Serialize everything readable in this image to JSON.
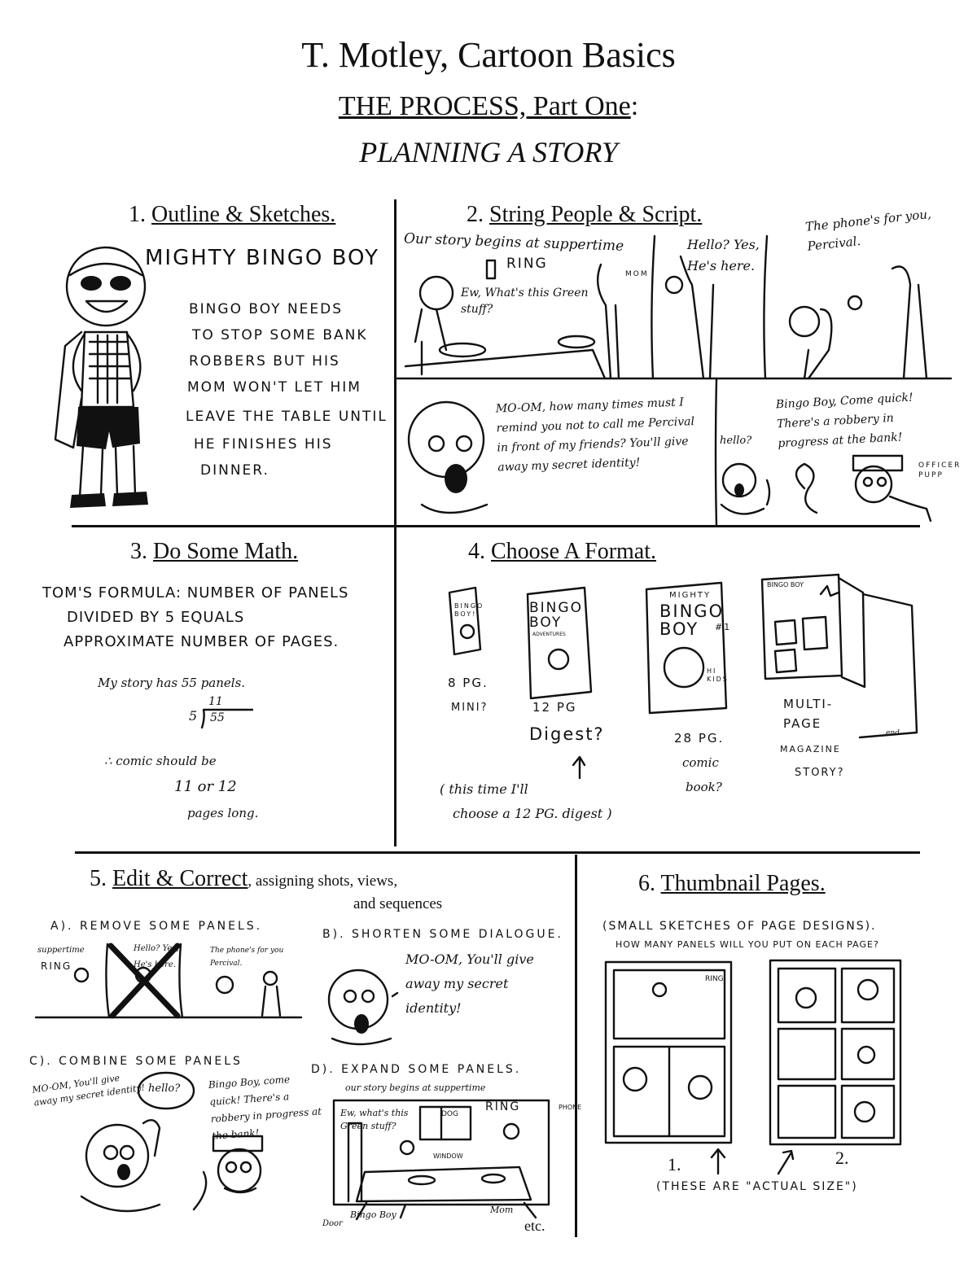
{
  "header": {
    "title": "T. Motley, Cartoon Basics",
    "subtitle_underlined": "THE PROCESS, Part One",
    "subtitle_suffix": ":",
    "subtitle2": "PLANNING A STORY"
  },
  "sections": {
    "s1": {
      "num": "1.",
      "title": "Outline & Sketches.",
      "hero_name": "MIGHTY BINGO BOY",
      "outline_lines": [
        "BINGO BOY NEEDS",
        "TO STOP SOME BANK",
        "ROBBERS BUT HIS",
        "MOM WON'T LET HIM",
        "LEAVE THE TABLE UNTIL",
        "HE FINISHES HIS",
        "DINNER."
      ]
    },
    "s2": {
      "num": "2.",
      "title": "String People & Script.",
      "p1_caption": "Our story begins at suppertime",
      "p1_ring": "RING",
      "p1_mom": "MOM",
      "p1_boy": "Ew, What's this Green stuff?",
      "p2_text": "Hello? Yes, He's here.",
      "p3_text": "The phone's for you, Percival.",
      "p4_text": "MO-OM, how many times must I remind you not to call me Percival in front of my friends? You'll give away my secret identity!",
      "p5_hello": "hello?",
      "p5_text": "Bingo Boy, Come quick! There's a robbery in progress at the bank!",
      "p5_officer": "OFFICER PUPP"
    },
    "s3": {
      "num": "3.",
      "title": "Do Some Math.",
      "formula_lines": [
        "TOM'S FORMULA: NUMBER OF PANELS",
        "DIVIDED BY 5 EQUALS",
        "APPROXIMATE NUMBER OF PAGES."
      ],
      "story_has": "My story has 55 panels.",
      "div_divisor": "5",
      "div_quotient": "11",
      "div_dividend": "55",
      "therefore": "∴ comic should be",
      "pages": "11 or 12",
      "pages_long": "pages long."
    },
    "s4": {
      "num": "4.",
      "title": "Choose A Format.",
      "mini_cover": "BINGO BOY!",
      "digest_cover": "BINGO BOY",
      "digest_sub": "ADVENTURES",
      "comic_mighty": "MIGHTY",
      "comic_cover": "BINGO BOY",
      "comic_num": "#1",
      "comic_hi": "HI KIDS",
      "mag_cover": "BINGO BOY",
      "mag_end": "end",
      "f1_a": "8 PG.",
      "f1_b": "MINI?",
      "f2_a": "12 PG",
      "f2_b": "Digest?",
      "f3_a": "28 PG.",
      "f3_b": "comic",
      "f3_c": "book?",
      "f4_a": "MULTI-",
      "f4_b": "PAGE",
      "f4_c": "MAGAZINE",
      "f4_d": "STORY?",
      "choice_a": "( this time I'll",
      "choice_b": "choose a 12 PG. digest )"
    },
    "s5": {
      "num": "5.",
      "title": "Edit & Correct",
      "title_rest": ", assigning shots, views,",
      "title_rest2": "and sequences",
      "a_label": "A). REMOVE SOME PANELS.",
      "a_t1": "suppertime",
      "a_t2": "RING",
      "a_t3": "Hello? Yes, He's here.",
      "a_t4": "The phone's for you Percival.",
      "b_label": "B). SHORTEN SOME DIALOGUE.",
      "b_text": "MO-OM, You'll give away my secret identity!",
      "c_label": "C). COMBINE SOME PANELS",
      "c_t1": "MO-OM, You'll give away my secret identity!",
      "c_t2": "hello?",
      "c_t3": "Bingo Boy, come quick! There's a robbery in progress at the bank!",
      "d_label": "D). EXPAND SOME PANELS.",
      "d_caption": "our story begins at suppertime",
      "d_boy": "Ew, what's this Green stuff?",
      "d_dog": "DOG",
      "d_ring": "RING",
      "d_phone": "PHONE",
      "d_window": "WINDOW",
      "d_door": "Door",
      "d_bingo": "Bingo Boy",
      "d_mom": "Mom",
      "etc": "etc."
    },
    "s6": {
      "num": "6.",
      "title": "Thumbnail Pages.",
      "note1": "(SMALL SKETCHES OF PAGE DESIGNS).",
      "note2": "HOW MANY PANELS WILL YOU PUT ON EACH PAGE?",
      "ring": "RING",
      "num1": "1.",
      "num2": "2.",
      "actual": "(THESE ARE \"ACTUAL SIZE\")"
    }
  }
}
